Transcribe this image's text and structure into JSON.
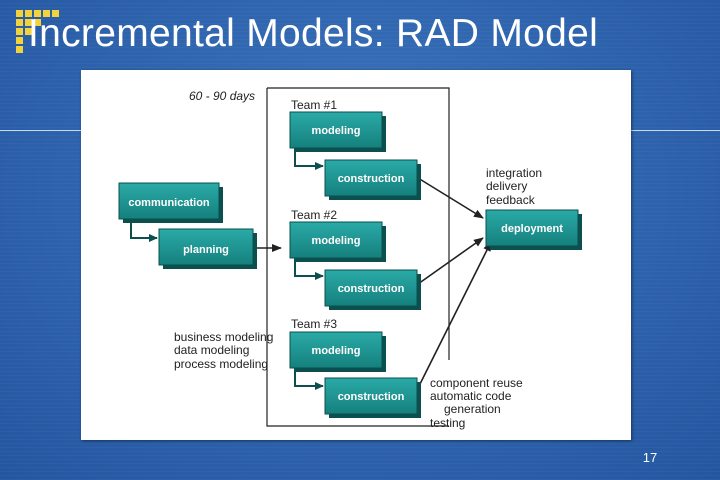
{
  "slide": {
    "title": "Incremental Models: RAD Model",
    "page_number": "17"
  },
  "diagram": {
    "timebox": "60 - 90 days",
    "communication": "communication",
    "planning": "planning",
    "deployment": "deployment",
    "teams": [
      {
        "label": "Team #1",
        "modeling": "modeling",
        "construction": "construction"
      },
      {
        "label": "Team #2",
        "modeling": "modeling",
        "construction": "construction"
      },
      {
        "label": "Team #3",
        "modeling": "modeling",
        "construction": "construction"
      }
    ],
    "deployment_notes": [
      "integration",
      "delivery",
      "feedback"
    ],
    "modeling_notes": [
      "business modeling",
      "data modeling",
      "process modeling"
    ],
    "construction_notes": [
      "component reuse",
      "automatic code",
      "generation",
      "testing"
    ]
  },
  "colors": {
    "box_fill": "#1a8f8c",
    "box_fill_light": "#29a9a6",
    "box_border": "#0b4f4e",
    "connector": "#0b4f4e",
    "arrow": "#222222",
    "logo_yellow": "#f2d33b"
  }
}
